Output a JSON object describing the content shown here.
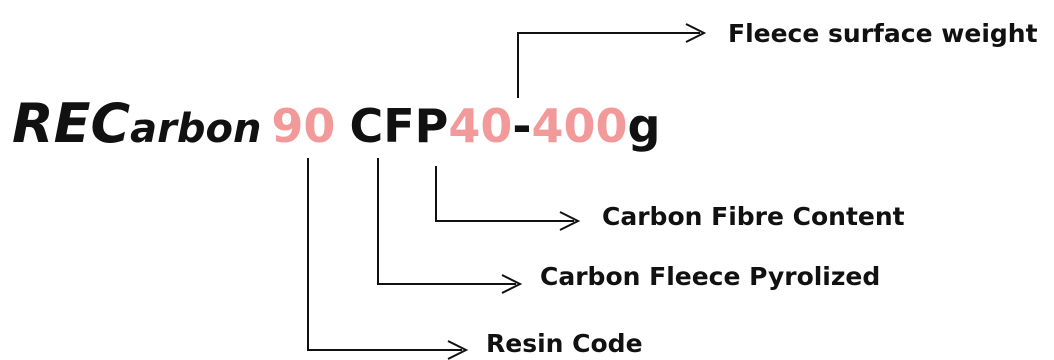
{
  "product_code": {
    "brand_prefix": "REC",
    "brand_suffix": "arbon",
    "resin_number": "90",
    "fleece_type": "CFP",
    "fibre_content": "40",
    "separator": "-",
    "surface_weight": "400",
    "weight_unit": "g"
  },
  "labels": {
    "surface_weight": "Fleece surface weight",
    "fibre_content": "Carbon Fibre Content",
    "fleece_type": "Carbon Fleece Pyrolized",
    "resin_code": "Resin Code"
  },
  "colors": {
    "text": "#111111",
    "highlight": "#f29a9a",
    "line": "#111111"
  }
}
